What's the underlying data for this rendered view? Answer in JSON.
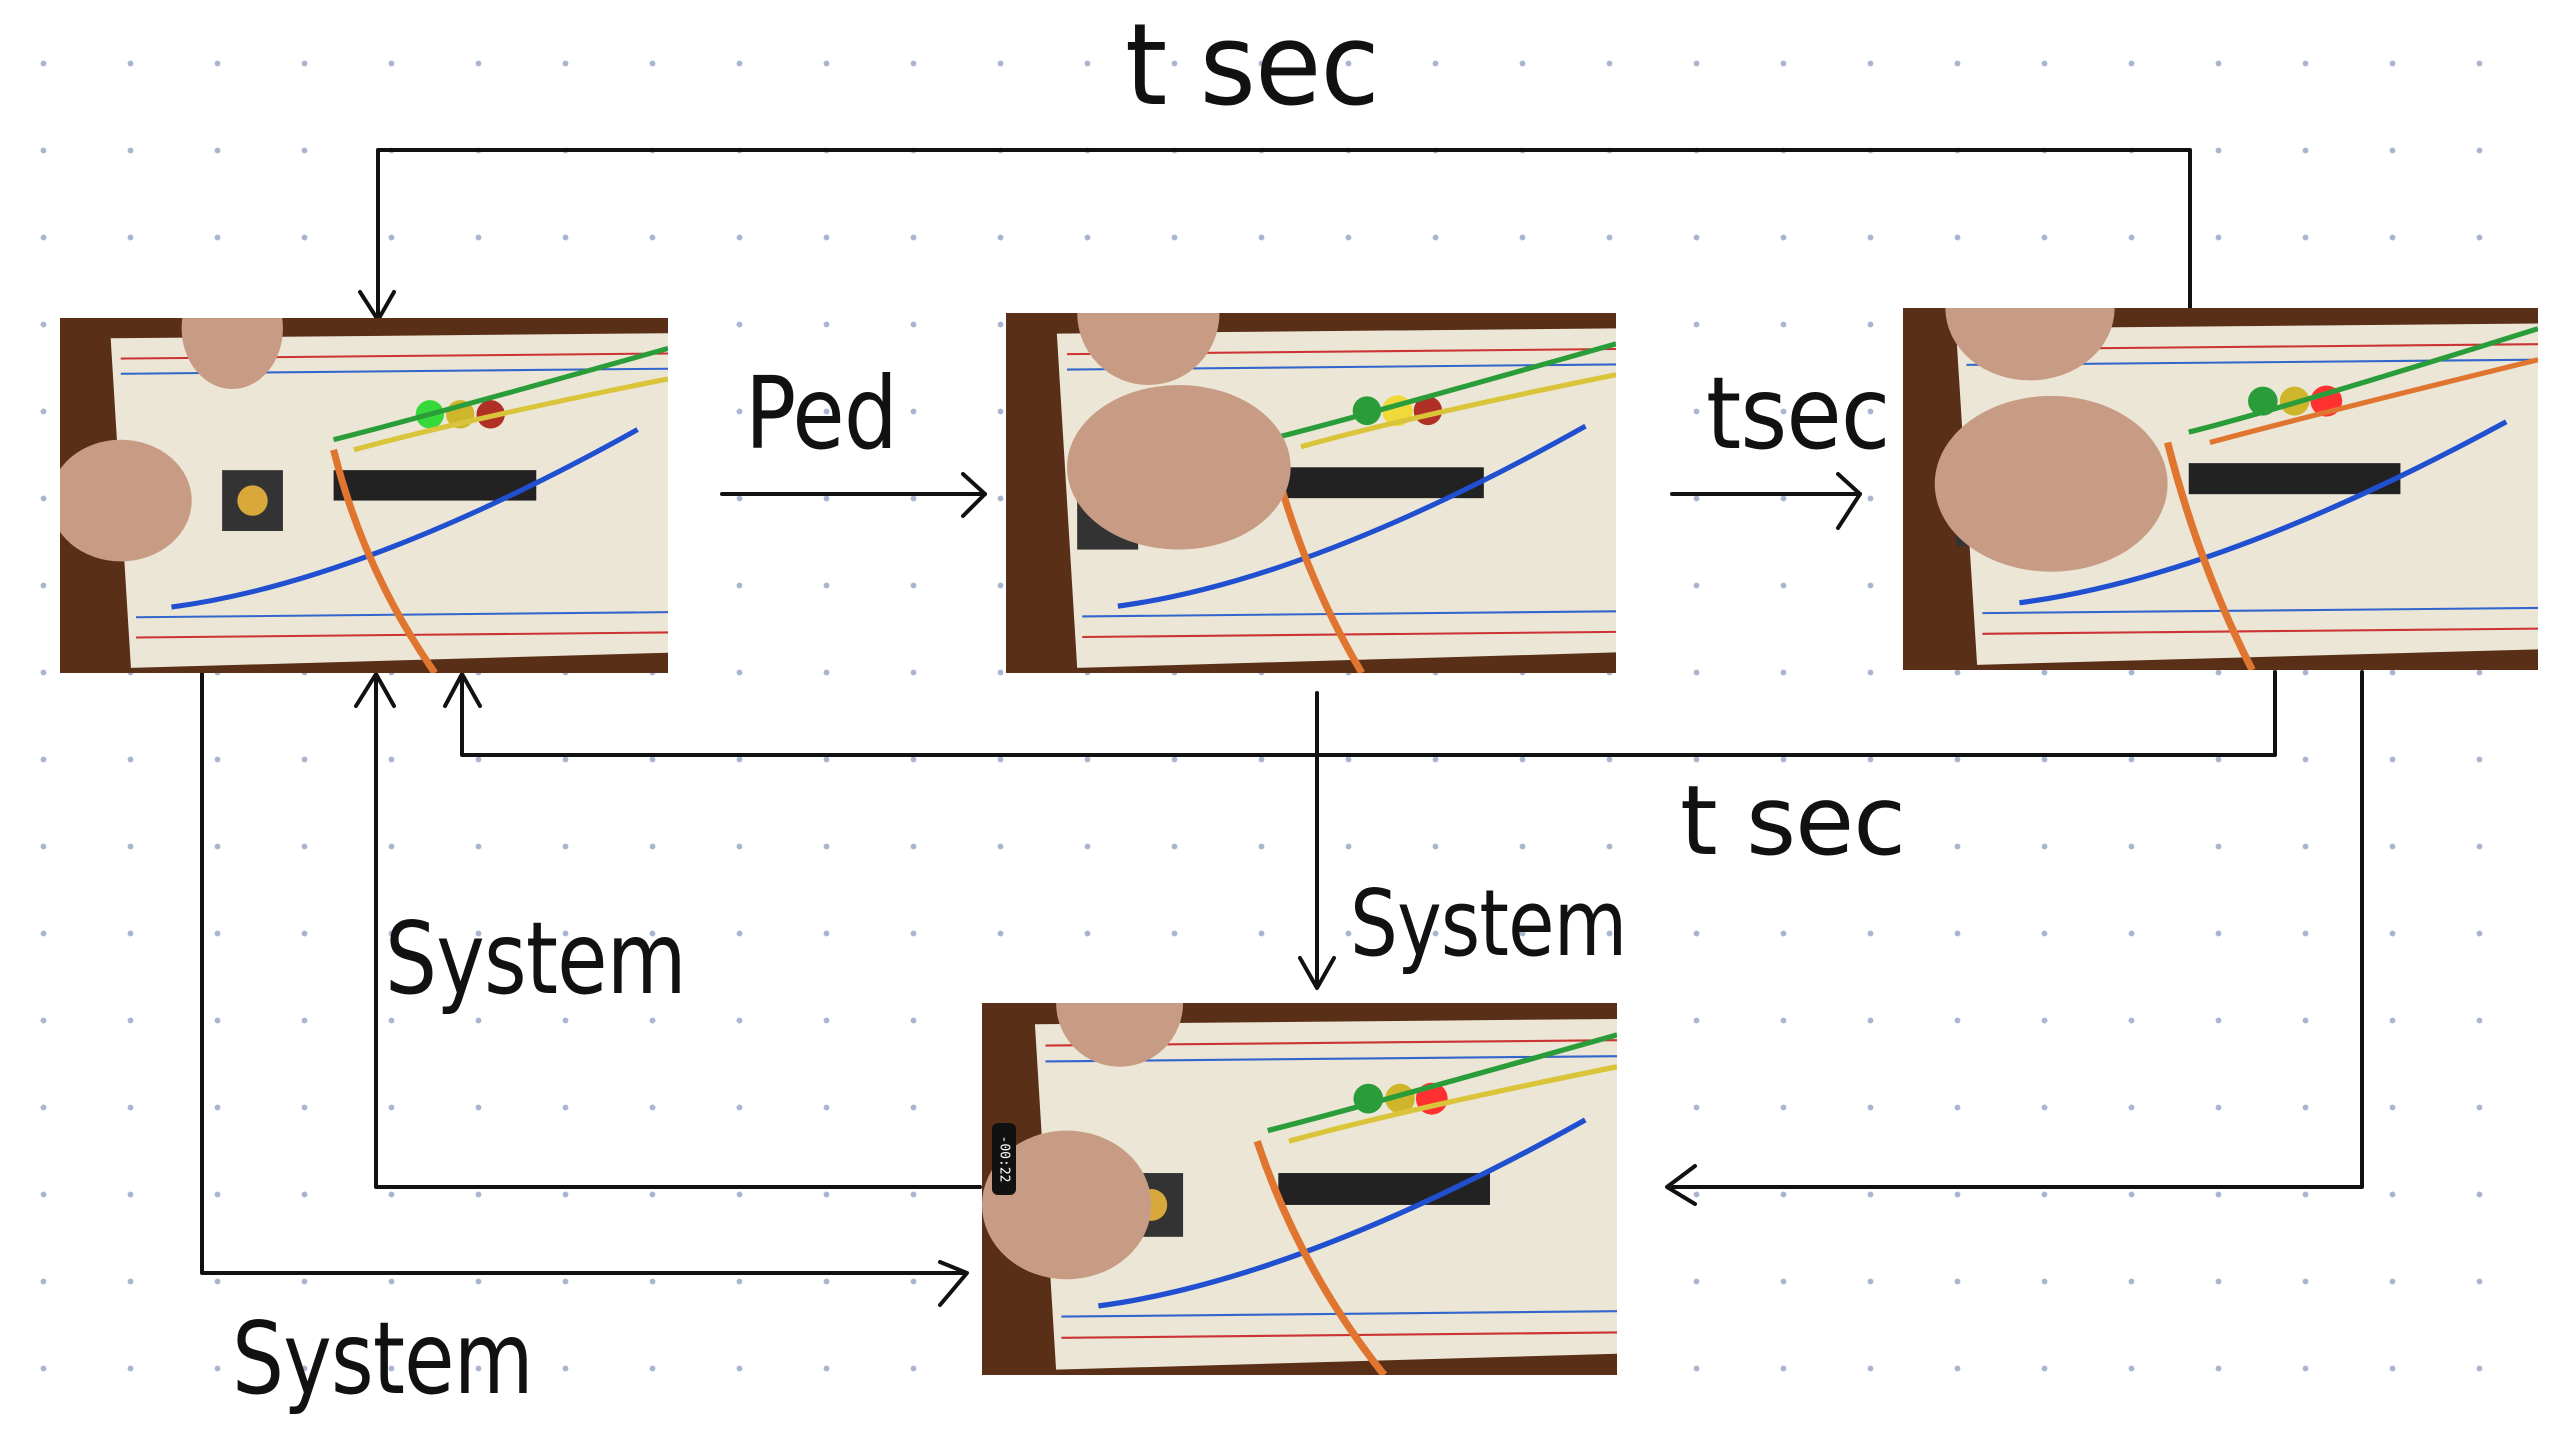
{
  "diagram": {
    "states": [
      {
        "id": "state-1",
        "leds_lit": [
          "green"
        ]
      },
      {
        "id": "state-2",
        "leds_lit": [
          "yellow"
        ]
      },
      {
        "id": "state-3",
        "leds_lit": [
          "red"
        ]
      },
      {
        "id": "state-4",
        "leds_lit": [
          "red"
        ],
        "timer_overlay": "-00:22"
      }
    ],
    "labels": {
      "top_loop": "t sec",
      "ped": "Ped",
      "tsec_right": "tsec",
      "t_sec_lower": "t sec",
      "system_center": "System",
      "system_left": "System",
      "system_bottom": "System"
    },
    "colors": {
      "dot_grid": "#aab6cf",
      "ink": "#111111",
      "breadboard": "#ece6d6",
      "table": "#5a2f17"
    }
  }
}
